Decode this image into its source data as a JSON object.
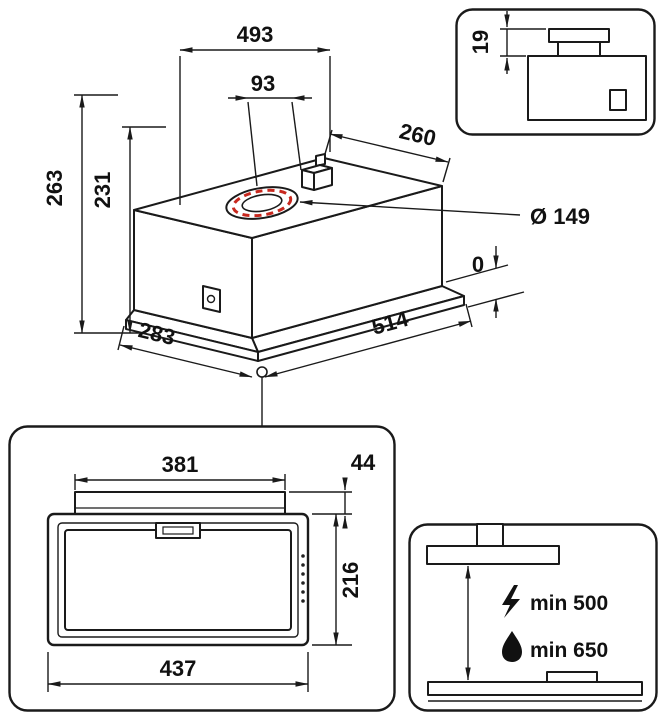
{
  "main_view": {
    "dim_width_top": "493",
    "dim_duct_offset": "93",
    "dim_total_height": "263",
    "dim_body_height": "231",
    "dim_depth_top": "260",
    "dim_duct_diameter": "Ø 149",
    "dim_flush": "0",
    "dim_base_width": "514",
    "dim_base_depth": "283"
  },
  "chimney_detail": {
    "dim_collar_height": "19"
  },
  "front_view": {
    "dim_opening_width": "381",
    "dim_top_recess": "44",
    "dim_front_height": "216",
    "dim_body_width": "437"
  },
  "installation_view": {
    "electric_clearance": "min 500",
    "gas_clearance": "min 650",
    "electric_icon": "lightning-bolt-icon",
    "gas_icon": "flame-icon"
  },
  "colors": {
    "line": "#1a1a1a",
    "duct_accent": "#c8281e"
  }
}
